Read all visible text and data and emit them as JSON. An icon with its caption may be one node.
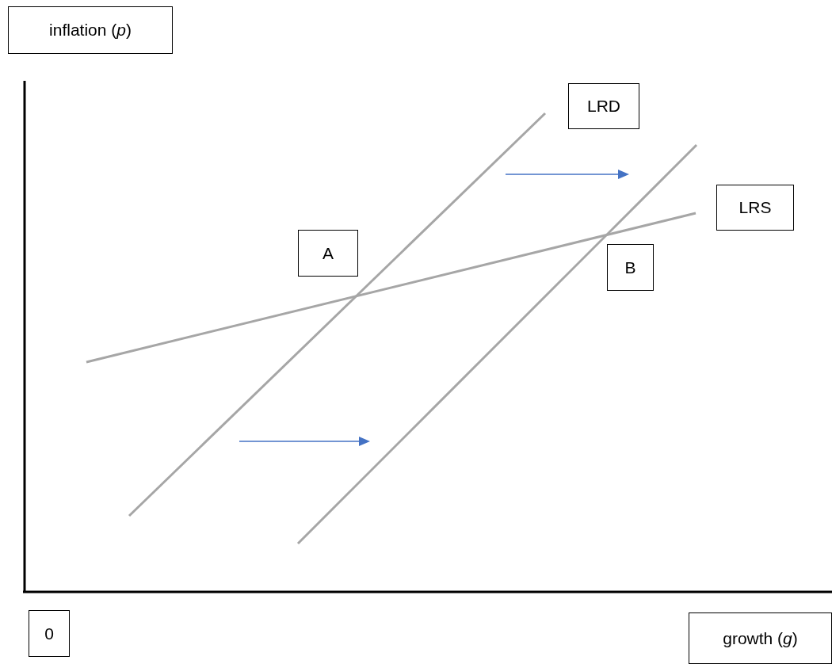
{
  "diagram": {
    "nodes": [
      {
        "text": [
          "inflation (*p*)"
        ]
      },
      {
        "text": [
          "LRD"
        ]
      },
      {
        "text": [
          "LRS"
        ]
      },
      {
        "text": [
          "A"
        ]
      },
      {
        "text": [
          "B"
        ]
      },
      {
        "text": [
          "0"
        ]
      },
      {
        "text": [
          "growth (*g*)"
        ]
      }
    ]
  }
}
